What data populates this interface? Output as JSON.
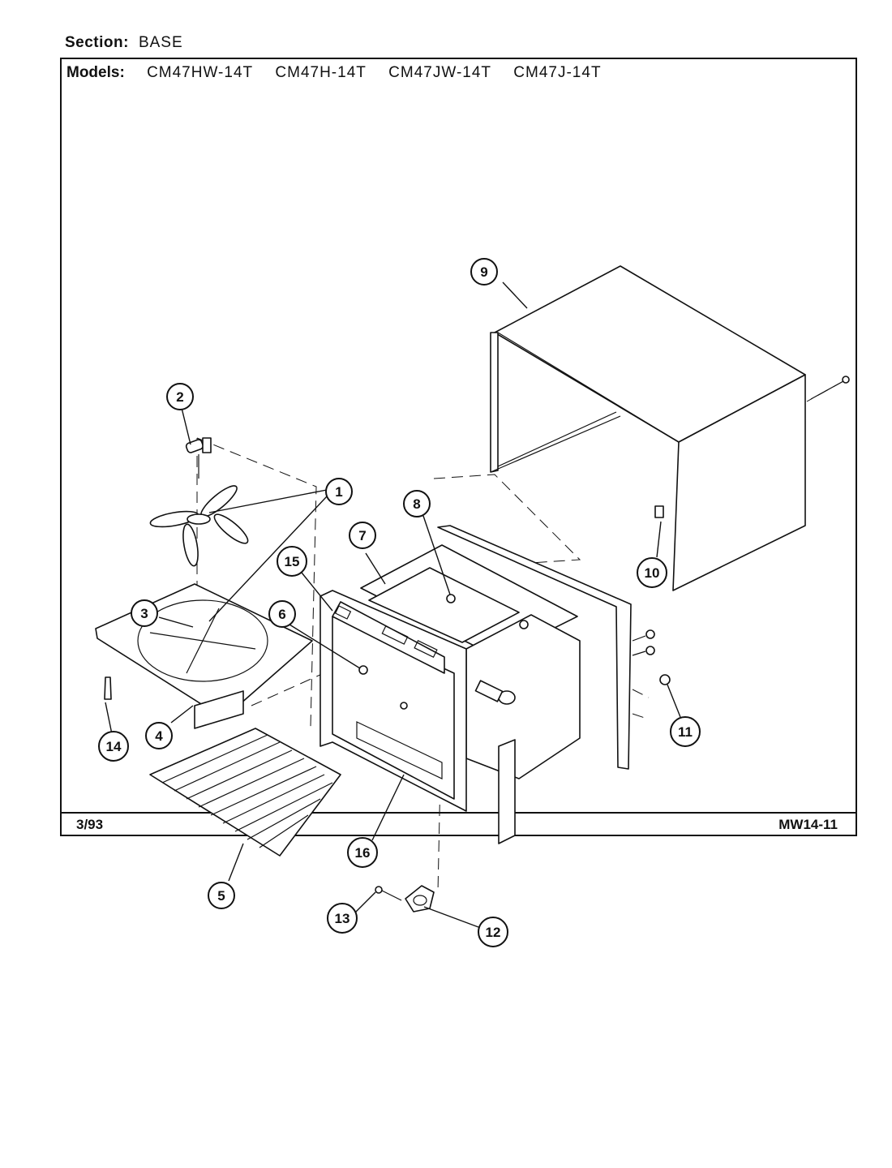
{
  "header": {
    "section_label": "Section:",
    "section_value": "BASE",
    "models_label": "Models:",
    "models": [
      "CM47HW-14T",
      "CM47H-14T",
      "CM47JW-14T",
      "CM47J-14T"
    ]
  },
  "footer": {
    "date": "3/93",
    "code": "MW14-11"
  },
  "callouts": [
    "1",
    "2",
    "3",
    "4",
    "5",
    "6",
    "7",
    "8",
    "9",
    "10",
    "11",
    "12",
    "13",
    "14",
    "15",
    "16"
  ]
}
